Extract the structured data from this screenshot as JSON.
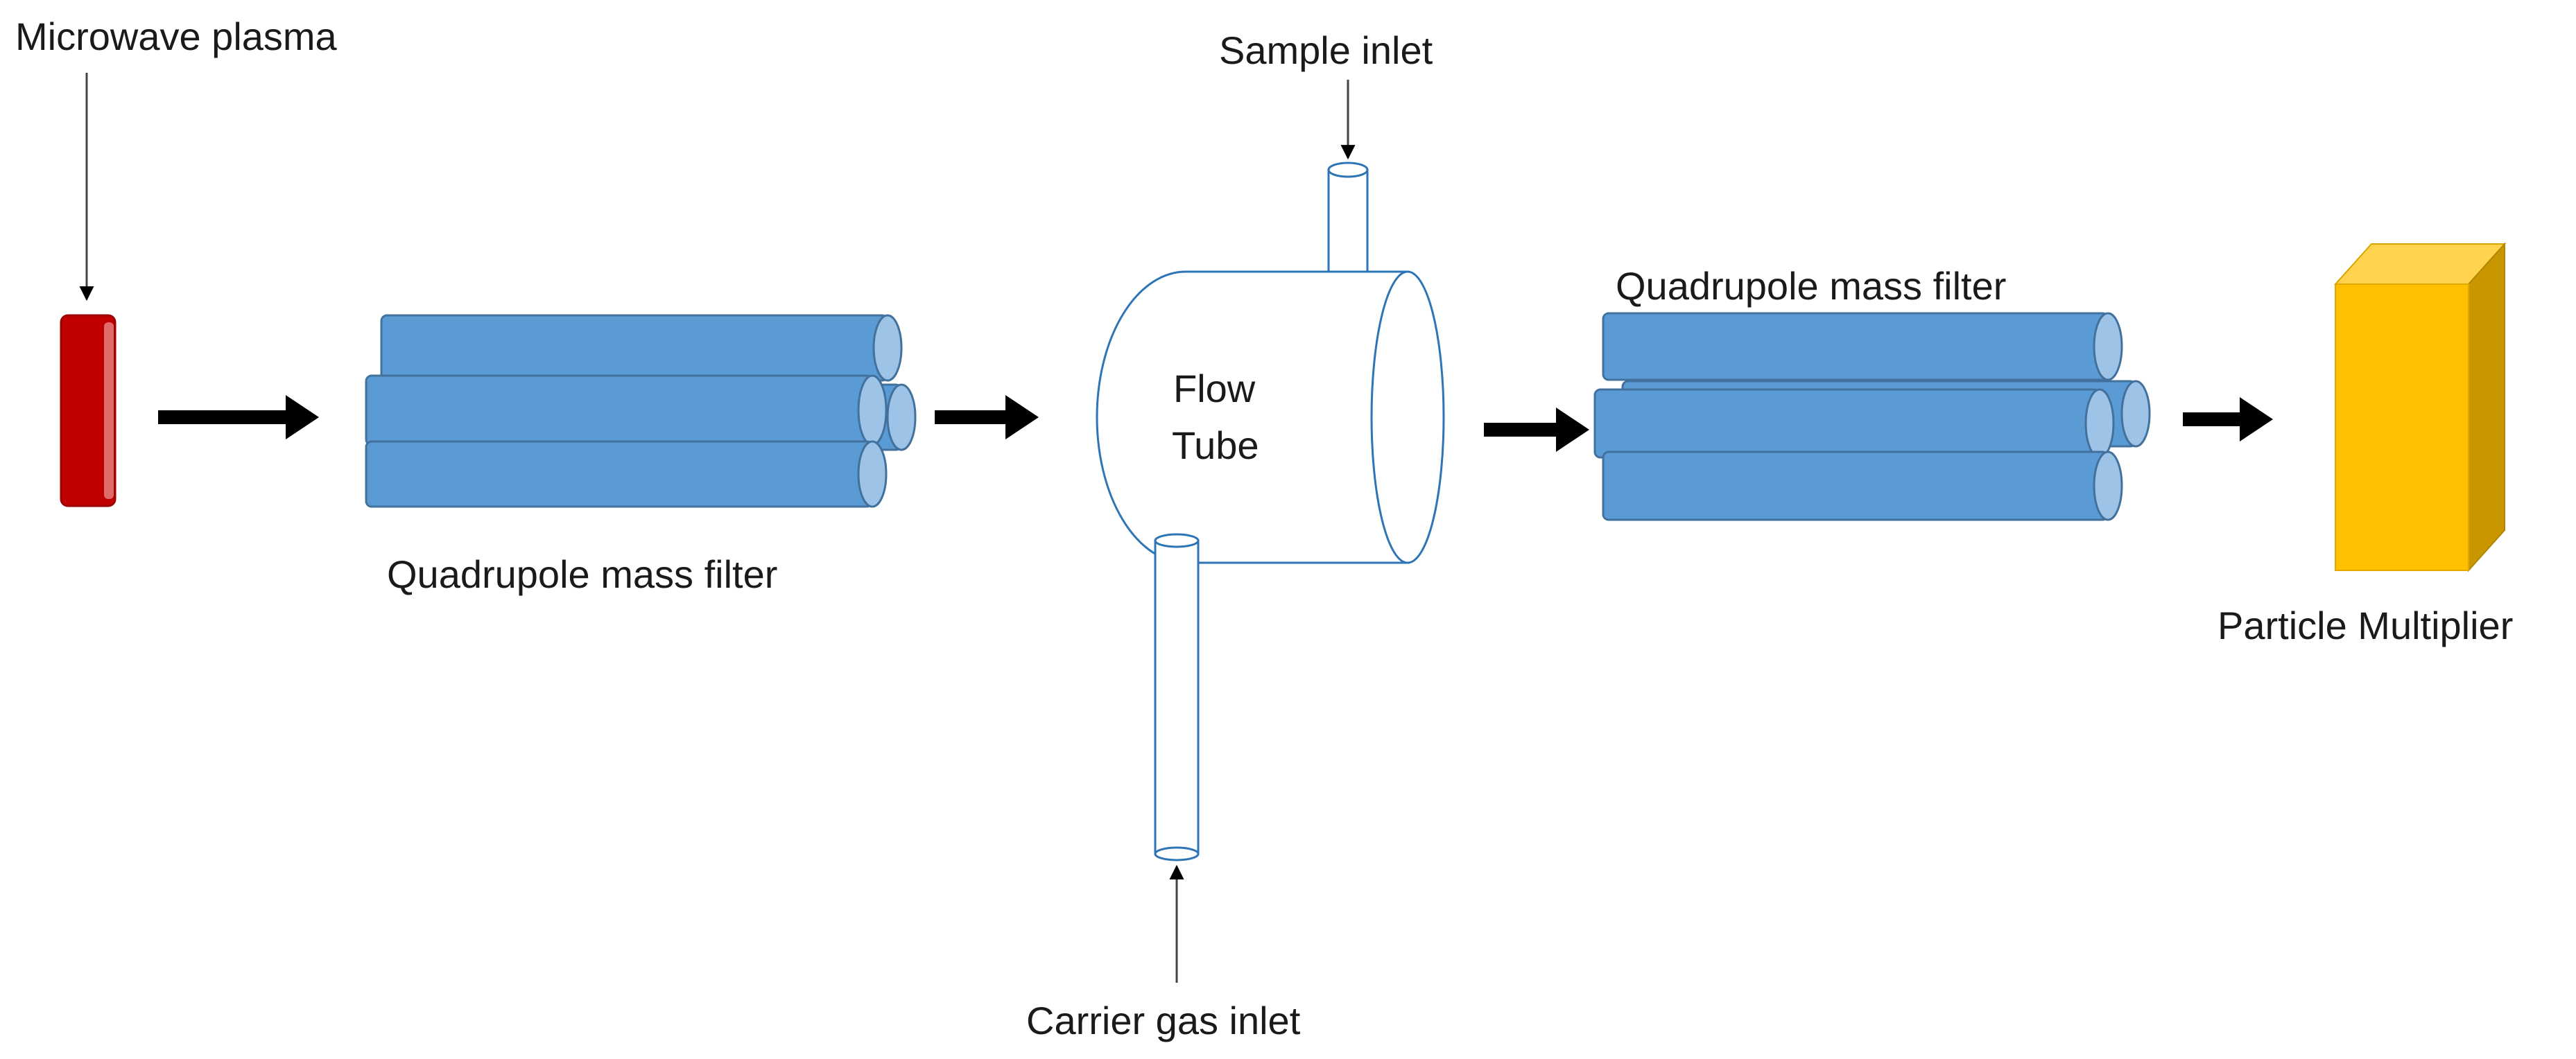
{
  "labels": {
    "microwave_plasma": "Microwave plasma",
    "quadrupole_1": "Quadrupole mass filter",
    "flow_tube_line1": "Flow",
    "flow_tube_line2": "Tube",
    "sample_inlet": "Sample inlet",
    "carrier_gas_inlet": "Carrier gas inlet",
    "quadrupole_2": "Quadrupole mass filter",
    "particle_multiplier": "Particle Multiplier"
  },
  "colors": {
    "plasma_red": "#c00000",
    "rod_blue": "#5b9bd5",
    "rod_outline": "#41719c",
    "rod_end_light": "#9dc3e6",
    "detector_yellow": "#ffc000",
    "detector_dark": "#c99600",
    "arrow_black": "#000000",
    "tube_outline": "#2e75b6"
  }
}
